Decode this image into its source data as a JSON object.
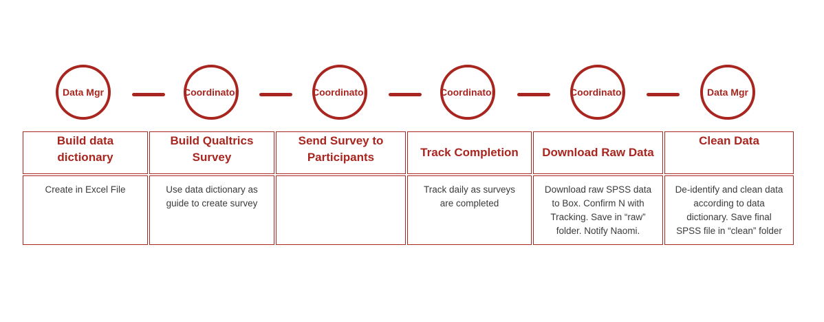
{
  "steps": [
    {
      "role": "Data Mgr",
      "title": "Build data\ndictionary",
      "description": "Create in Excel File"
    },
    {
      "role": "Coordinator",
      "title": "Build Qualtrics\nSurvey",
      "description": "Use data dictionary as\nguide to create survey"
    },
    {
      "role": "Coordinator",
      "title": "Send Survey to\nParticipants",
      "description": ""
    },
    {
      "role": "Coordinator",
      "title": "Track Completion",
      "description": "Track daily as surveys\nare completed"
    },
    {
      "role": "Coordinator",
      "title": "Download Raw Data",
      "description": "Download raw SPSS data\nto Box. Confirm N with\nTracking. Save in “raw”\nfolder. Notify Naomi."
    },
    {
      "role": "Data Mgr",
      "title": "Clean Data",
      "description": "De-identify and clean data\naccording to data\ndictionary. Save final\nSPSS file in “clean” folder"
    }
  ],
  "colors": {
    "accent": "#a8261f",
    "text": "#3a3a3a"
  }
}
